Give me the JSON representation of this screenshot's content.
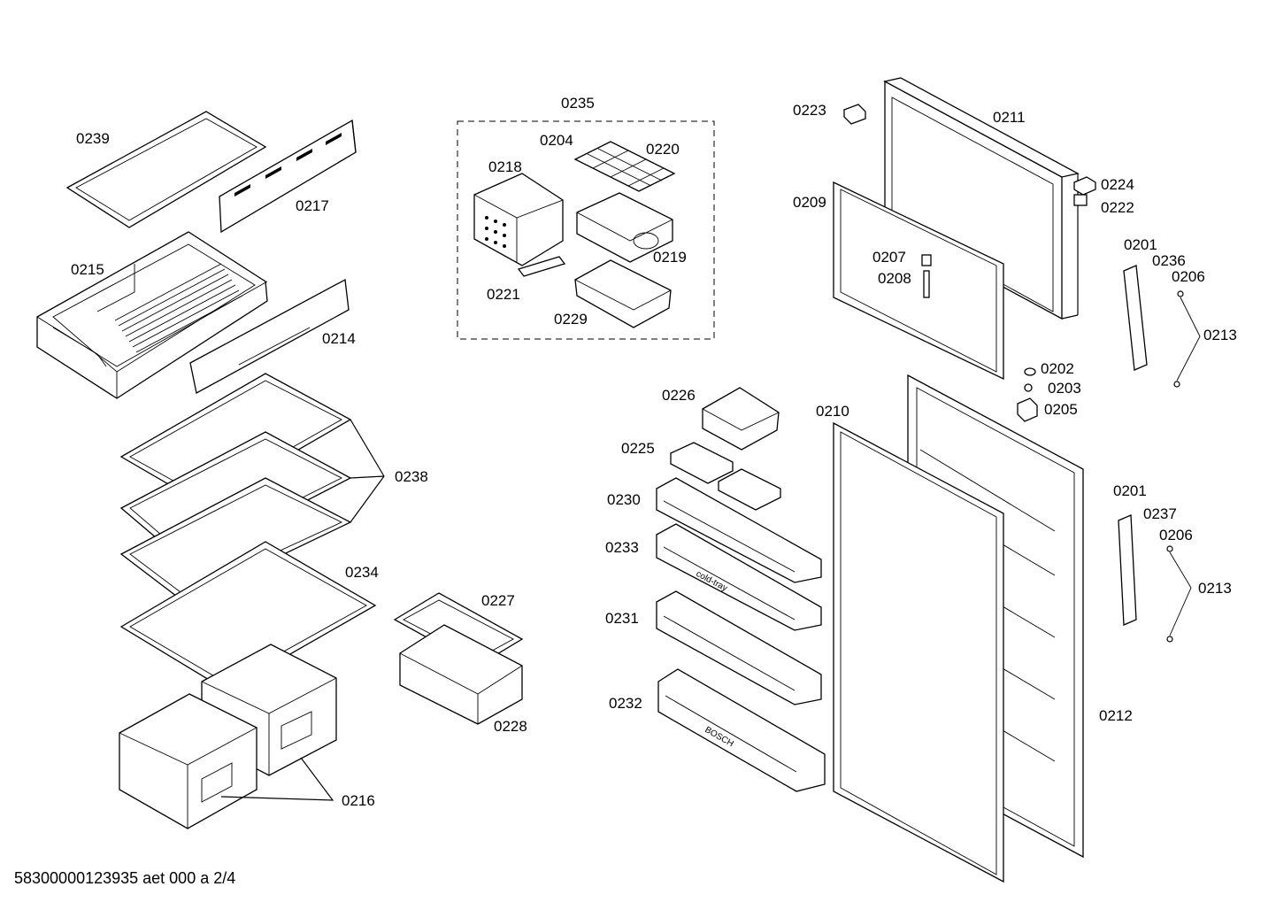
{
  "footer_text": "58300000123935 aet 000 a 2/4",
  "labels": {
    "l0239": "0239",
    "l0217": "0217",
    "l0215": "0215",
    "l0214": "0214",
    "l0238": "0238",
    "l0234": "0234",
    "l0216": "0216",
    "l0227": "0227",
    "l0228": "0228",
    "l0235": "0235",
    "l0204": "0204",
    "l0220": "0220",
    "l0218": "0218",
    "l0219": "0219",
    "l0221": "0221",
    "l0229": "0229",
    "l0223": "0223",
    "l0211": "0211",
    "l0224": "0224",
    "l0222": "0222",
    "l0209": "0209",
    "l0207": "0207",
    "l0208": "0208",
    "l0201a": "0201",
    "l0236": "0236",
    "l0206a": "0206",
    "l0213a": "0213",
    "l0202": "0202",
    "l0203": "0203",
    "l0205": "0205",
    "l0226": "0226",
    "l0210": "0210",
    "l0225": "0225",
    "l0230": "0230",
    "l0233": "0233",
    "l0231": "0231",
    "l0232": "0232",
    "l0201b": "0201",
    "l0237": "0237",
    "l0206b": "0206",
    "l0213b": "0213",
    "l0212": "0212"
  },
  "part_texts": {
    "cold_tray": "cold-tray",
    "brand": "BOSCH"
  }
}
